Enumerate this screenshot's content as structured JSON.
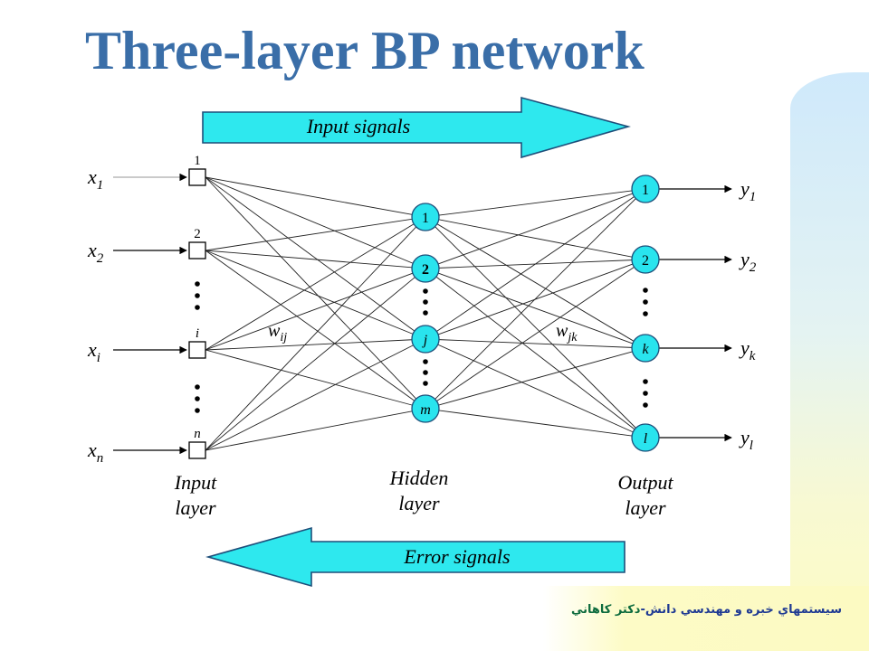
{
  "title": "Three-layer BP network",
  "footer": {
    "part1": "سيستمهاي خبره و مهندسي دانش-",
    "part2": "دكتر كاهاني"
  },
  "colors": {
    "title": "#3a6ea8",
    "arrow_fill": "#2ee8ee",
    "node_fill": "#29e4ee",
    "footer_text": "#1f3a93",
    "footer_highlight": "#0d6b3d"
  },
  "diagram": {
    "arrows": {
      "input_signals": "Input signals",
      "error_signals": "Error signals"
    },
    "input_layer": {
      "label_line1": "Input",
      "label_line2": "layer",
      "inputs": [
        {
          "x": "x",
          "sub": "1",
          "index": "1"
        },
        {
          "x": "x",
          "sub": "2",
          "index": "2"
        },
        {
          "x": "x",
          "sub": "i",
          "index": "i"
        },
        {
          "x": "x",
          "sub": "n",
          "index": "n"
        }
      ]
    },
    "hidden_layer": {
      "label_line1": "Hidden",
      "label_line2": "layer",
      "nodes": [
        "1",
        "2",
        "j",
        "m"
      ]
    },
    "output_layer": {
      "label_line1": "Output",
      "label_line2": "layer",
      "nodes": [
        "1",
        "2",
        "k",
        "l"
      ],
      "outputs": [
        {
          "y": "y",
          "sub": "1"
        },
        {
          "y": "y",
          "sub": "2"
        },
        {
          "y": "y",
          "sub": "k"
        },
        {
          "y": "y",
          "sub": "l"
        }
      ]
    },
    "weights": {
      "input_hidden": {
        "w": "w",
        "sub": "ij"
      },
      "hidden_output": {
        "w": "w",
        "sub": "jk"
      }
    }
  }
}
